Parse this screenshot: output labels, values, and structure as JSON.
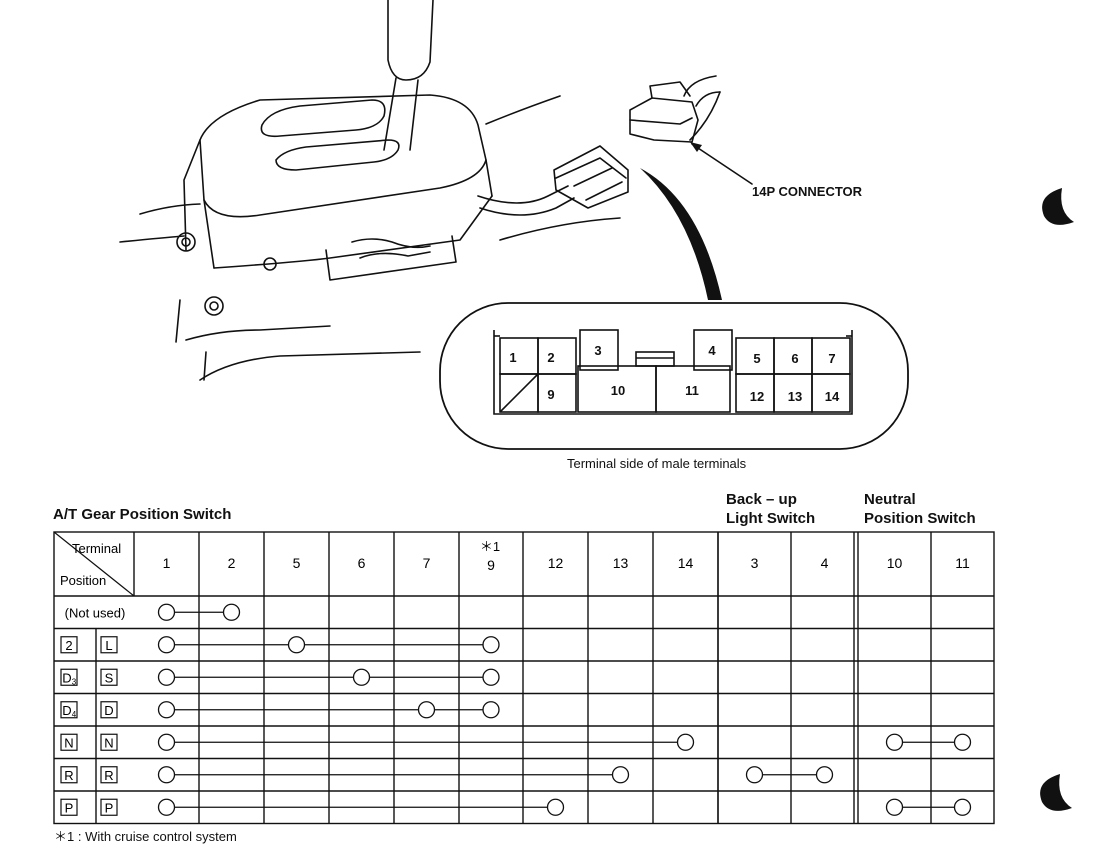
{
  "connector": {
    "label": "14P CONNECTOR",
    "caption": "Terminal side of male terminals",
    "terminals_top": [
      "1",
      "2",
      "3",
      "4",
      "5",
      "6",
      "7"
    ],
    "terminals_bottom": [
      "9",
      "10",
      "11",
      "12",
      "13",
      "14"
    ]
  },
  "table": {
    "title": "A/T Gear Position Switch",
    "group_backup": "Back – up\nLight Switch",
    "group_neutral": "Neutral\nPosition Switch",
    "header_terminal": "Terminal",
    "header_position": "Position",
    "star_mark": "＊1",
    "columns": [
      "1",
      "2",
      "5",
      "6",
      "7",
      "9",
      "12",
      "13",
      "14",
      "3",
      "4",
      "10",
      "11"
    ],
    "rows": [
      {
        "pos_a": "(Not used)",
        "pos_b": "",
        "connections": [
          [
            "1",
            "2"
          ]
        ]
      },
      {
        "pos_a": "2",
        "pos_b": "L",
        "connections": [
          [
            "1",
            "5",
            "9"
          ]
        ]
      },
      {
        "pos_a": "D3",
        "pos_b": "S",
        "connections": [
          [
            "1",
            "6",
            "9"
          ]
        ]
      },
      {
        "pos_a": "D4",
        "pos_b": "D",
        "connections": [
          [
            "1",
            "7",
            "9"
          ]
        ]
      },
      {
        "pos_a": "N",
        "pos_b": "N",
        "connections": [
          [
            "1",
            "14"
          ],
          [
            "10",
            "11"
          ]
        ]
      },
      {
        "pos_a": "R",
        "pos_b": "R",
        "connections": [
          [
            "1",
            "13"
          ],
          [
            "3",
            "4"
          ]
        ]
      },
      {
        "pos_a": "P",
        "pos_b": "P",
        "connections": [
          [
            "1",
            "12"
          ],
          [
            "10",
            "11"
          ]
        ]
      }
    ]
  },
  "footnote": "＊1 : With cruise control system"
}
